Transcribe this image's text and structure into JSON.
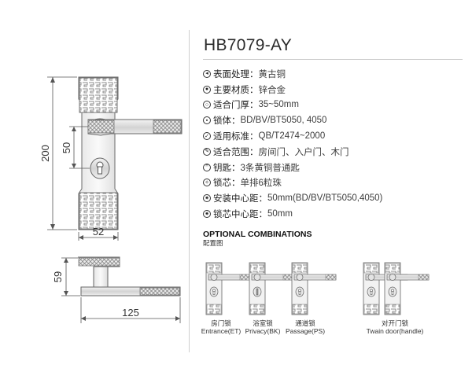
{
  "product": {
    "model": "HB7079-AY",
    "specs": [
      {
        "icon": "target-icon",
        "glyph": "◂",
        "label": "表面处理：",
        "value": "黄古铜"
      },
      {
        "icon": "dot-icon",
        "glyph": "●",
        "label": "主要材质：",
        "value": "锌合金"
      },
      {
        "icon": "ring-icon",
        "glyph": "○",
        "label": "适合门厚：",
        "value": "35~50mm"
      },
      {
        "icon": "lock-body-icon",
        "glyph": "▪",
        "label": "锁体：",
        "value": "BD/BV/BT5050, 4050"
      },
      {
        "icon": "standard-icon",
        "glyph": "✓",
        "label": "适用标准：",
        "value": "QB/T2474~2000"
      },
      {
        "icon": "scope-icon",
        "glyph": "✎",
        "label": "适合范围：",
        "value": "房间门、入户门、木门"
      },
      {
        "icon": "key-icon",
        "glyph": "ꟸ",
        "label": "钥匙：",
        "value": "3条黄铜普通匙"
      },
      {
        "icon": "cylinder-icon",
        "glyph": "✧",
        "label": "锁芯：",
        "value": "单排6粒珠"
      },
      {
        "icon": "gear-icon",
        "glyph": "✷",
        "label": "安装中心距：",
        "value": "50mm(BD/BV/BT5050,4050)"
      },
      {
        "icon": "gear-icon",
        "glyph": "✷",
        "label": "锁芯中心距：",
        "value": "50mm"
      }
    ]
  },
  "dimensions": {
    "height": "200",
    "center_distance": "50",
    "width": "52",
    "projection": "59",
    "length": "125"
  },
  "optional": {
    "title": "OPTIONAL COMBINATIONS",
    "subtitle": "配置图",
    "combos": [
      {
        "cn": "房门锁",
        "en": "Entrance(ET)"
      },
      {
        "cn": "浴室锁",
        "en": "Privacy(BK)"
      },
      {
        "cn": "通道锁",
        "en": "Passage(PS)"
      },
      {
        "cn": "对开门锁",
        "en": "Twain door(handle)"
      }
    ]
  },
  "colors": {
    "line": "#555555",
    "finish": "#8a8a8a",
    "divider": "#cfcfcf"
  }
}
